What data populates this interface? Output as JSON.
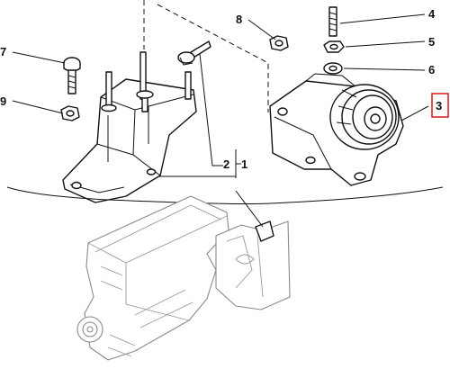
{
  "diagram": {
    "callouts": [
      {
        "id": "c1",
        "label": "1"
      },
      {
        "id": "c2",
        "label": "2"
      },
      {
        "id": "c3",
        "label": "3",
        "highlighted": true
      },
      {
        "id": "c4",
        "label": "4"
      },
      {
        "id": "c5",
        "label": "5"
      },
      {
        "id": "c6",
        "label": "6"
      },
      {
        "id": "c7",
        "label": "7"
      },
      {
        "id": "c8",
        "label": "8"
      },
      {
        "id": "c9",
        "label": "9"
      }
    ],
    "colors": {
      "line": "#111111",
      "engine_line": "#8a8a8a",
      "highlight_box": "#d9262c",
      "background": "#ffffff"
    }
  }
}
